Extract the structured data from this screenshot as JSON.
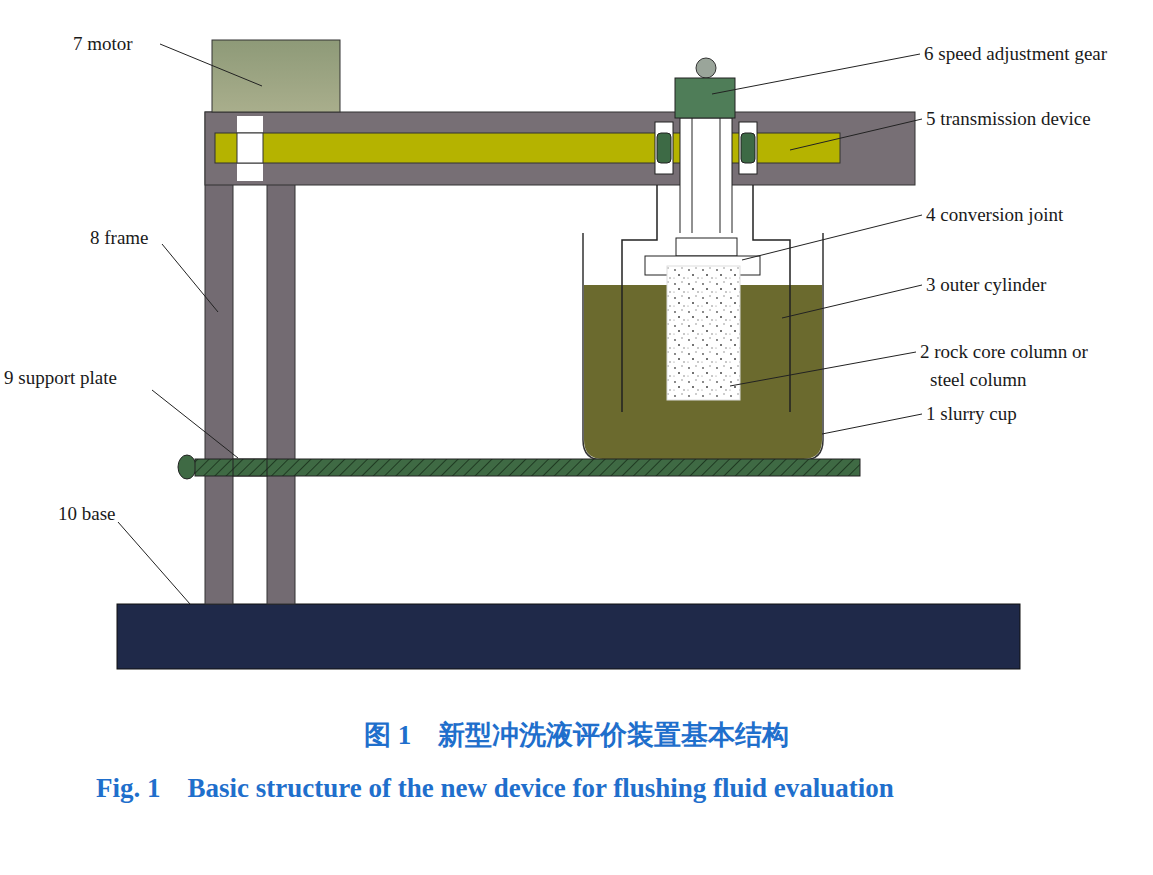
{
  "diagram": {
    "title": "图 1　新型冲洗液评价装置基本结构",
    "caption": "Fig. 1　Basic structure of the new device for flushing fluid evaluation",
    "labels": [
      "7 motor",
      "6 speed adjustment gear",
      "5 transmission device",
      "4 conversion joint",
      "3 outer cylinder",
      "2 rock core column or steel column",
      "1 slurry cup",
      "8 frame",
      "9 support plate",
      "10 base"
    ]
  }
}
